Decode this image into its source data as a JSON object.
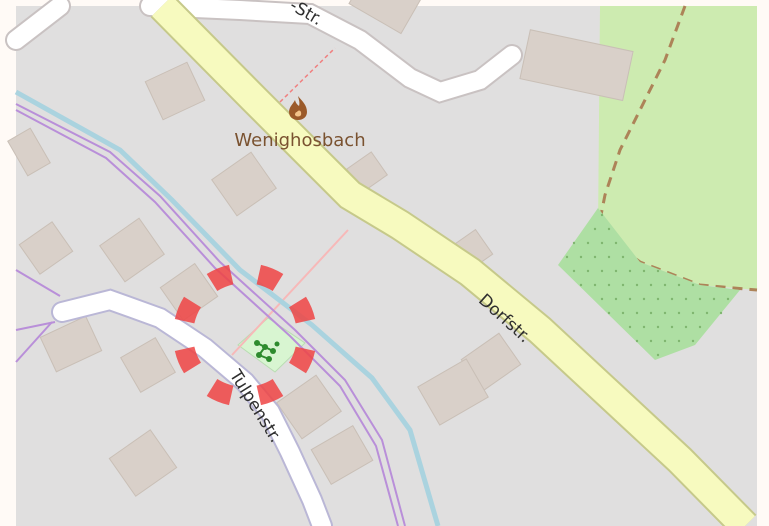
{
  "map": {
    "place_label": "Wenighosbach",
    "streets": {
      "top": "-Str.",
      "dorf": "Dorfstr.",
      "tulpen": "Tulpenstr."
    },
    "icons": {
      "place": "fire-station-icon",
      "playground": "playground-icon",
      "location_marker": "location-marker-icon"
    },
    "colors": {
      "land": "#e0dfdf",
      "building": "#d9d0c9",
      "main_road": "#f7fabf",
      "main_road_casing": "#c6c98a",
      "minor_road": "#ffffff",
      "stream": "#aad3df",
      "boundary": "#b98fd9",
      "meadow": "#cdebb0",
      "orchard": "#aedfa3",
      "marker": "#ee4444",
      "place_text": "#7a5230"
    }
  }
}
